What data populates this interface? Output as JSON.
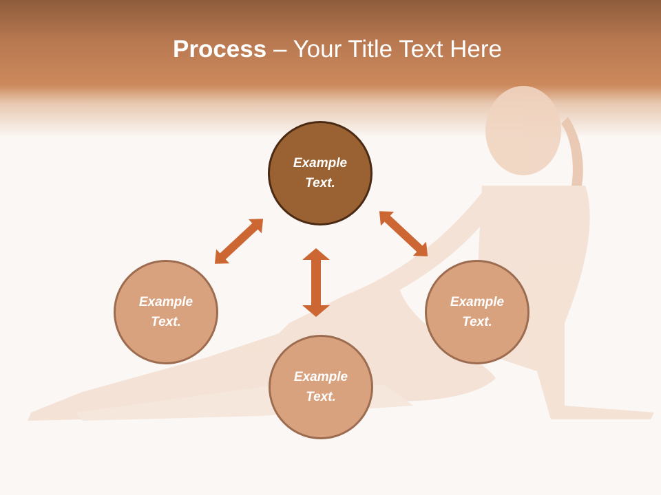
{
  "title": {
    "bold": "Process",
    "rest": " – Your Title Text Here"
  },
  "circles": {
    "top": "Example Text.",
    "left": "Example Text.",
    "right": "Example Text.",
    "bottom": "Example Text."
  },
  "colors": {
    "accent": "#cc6633",
    "main_circle": "#9a6233",
    "sub_circle": "#d9a27f"
  }
}
